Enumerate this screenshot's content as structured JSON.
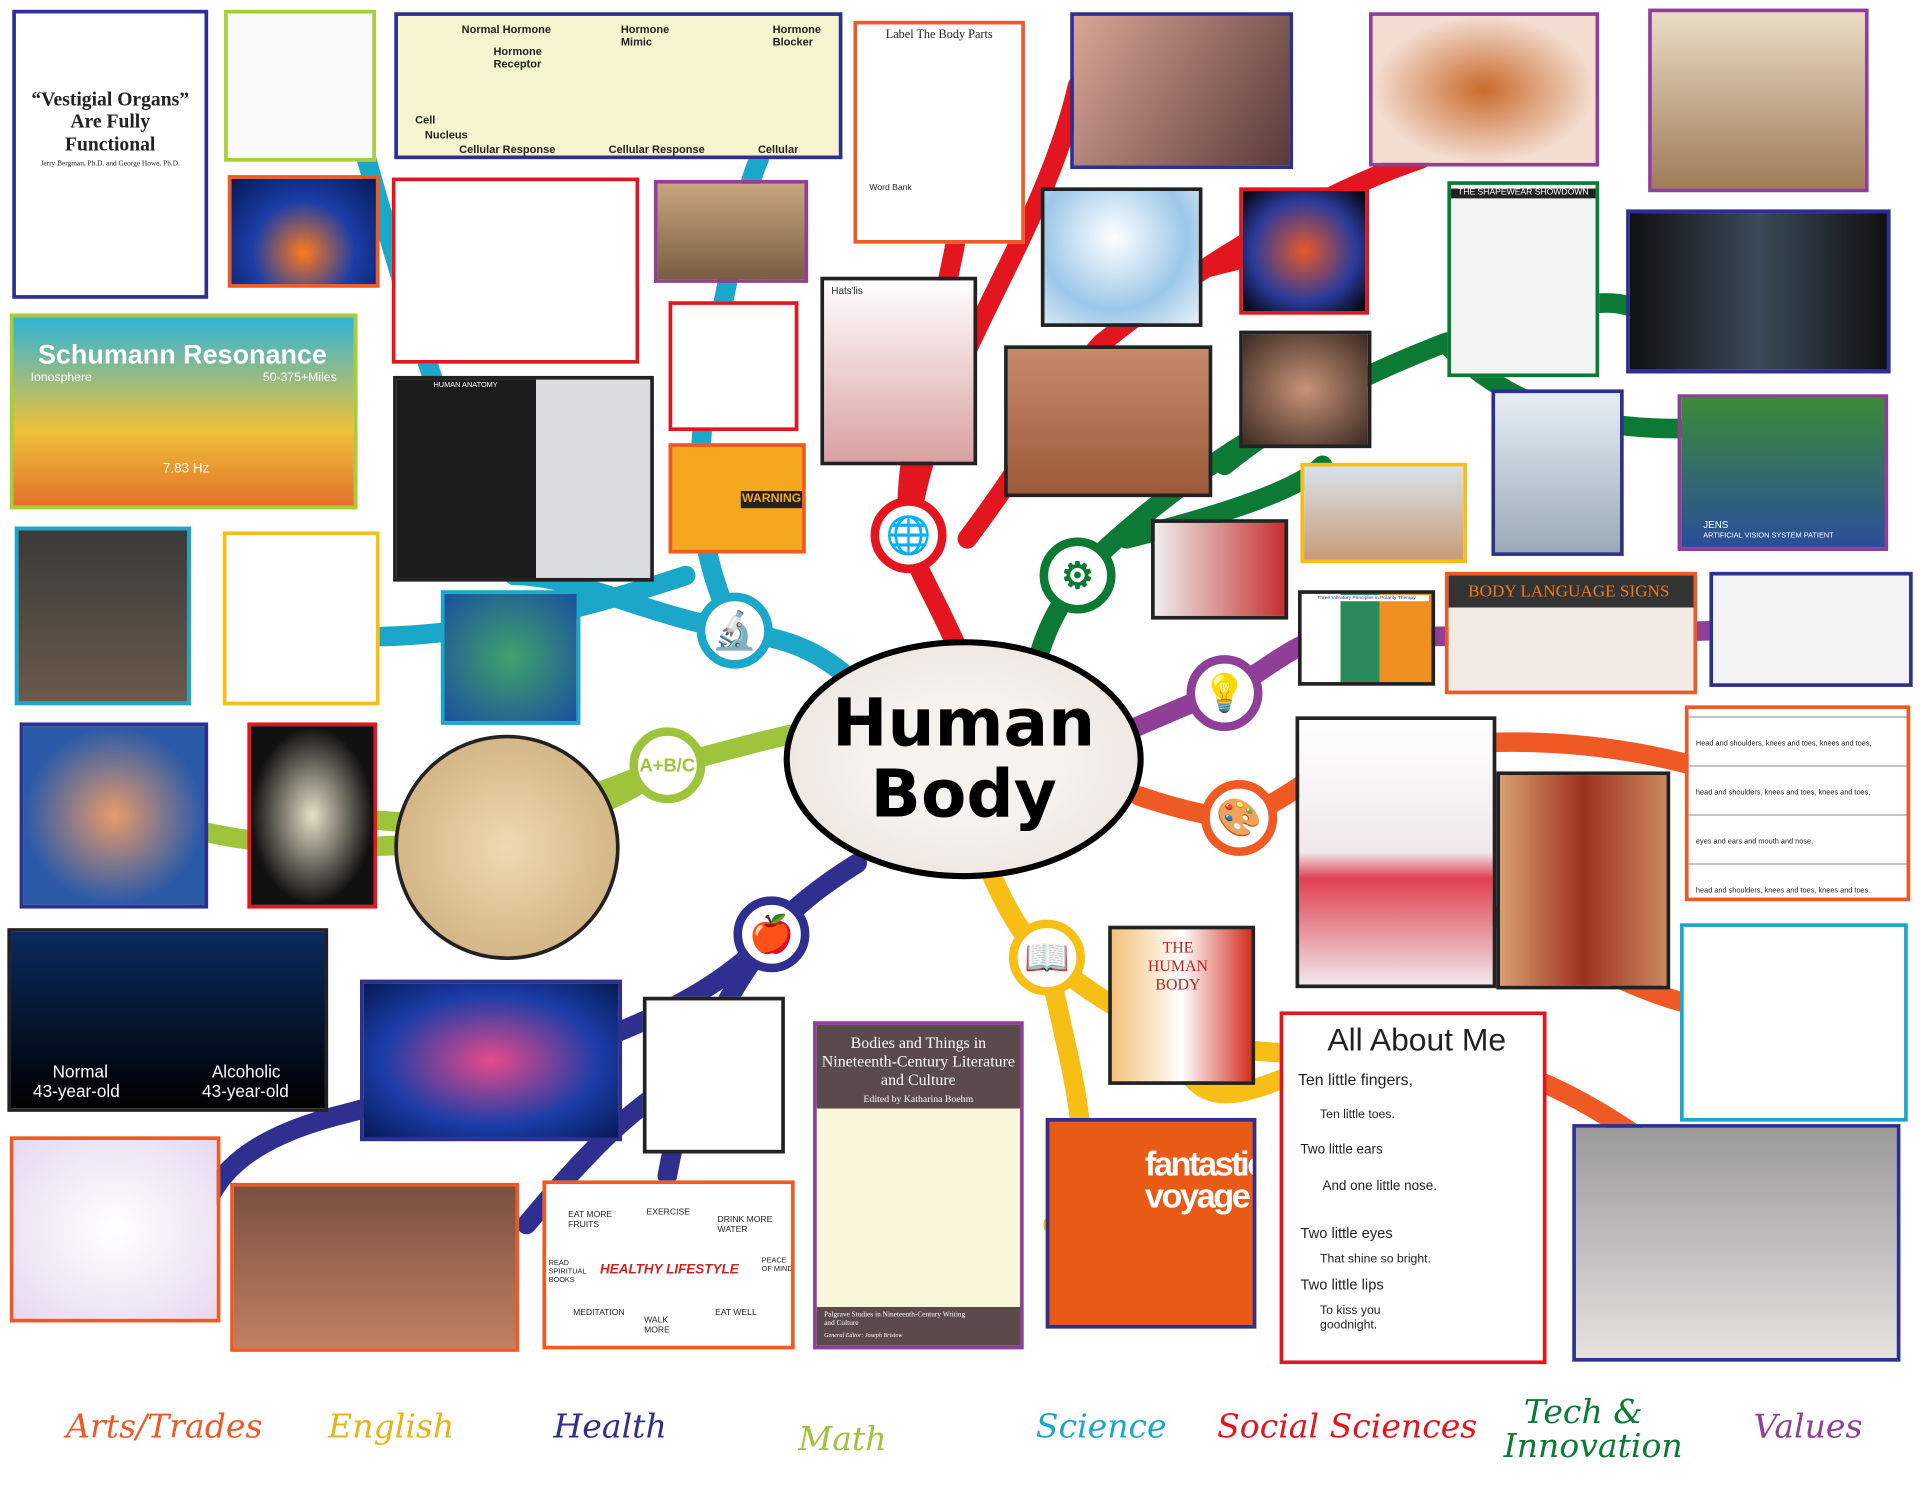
{
  "center": {
    "line1": "Human",
    "line2": "Body"
  },
  "subjects": [
    {
      "label": "Arts/Trades",
      "color": "#ef5a24",
      "icon": "palette-icon"
    },
    {
      "label": "English",
      "color": "#e6b417",
      "icon": "book-icon"
    },
    {
      "label": "Health",
      "color": "#2e2f8f",
      "icon": "apple-icon"
    },
    {
      "label": "Math",
      "color": "#9dc43b",
      "icon": "math-icon",
      "glyph": "A+B/C"
    },
    {
      "label": "Science",
      "color": "#1ba7c9",
      "icon": "microscope-icon"
    },
    {
      "label": "Social Sciences",
      "color": "#e3151f",
      "icon": "globe-icon"
    },
    {
      "label": "Tech & Innovation",
      "color": "#0c7a35",
      "icon": "gears-icon"
    },
    {
      "label": "Values",
      "color": "#8f3f97",
      "icon": "lightbulb-icon"
    }
  ],
  "tiles": {
    "vestigial": {
      "title": "“Vestigial Organs” Are Fully Functional",
      "authors": "Jerry Bergman, Ph.D. and George Howe, Ph.D."
    },
    "hormone": {
      "p1": "Normal Hormone",
      "p1b": "Hormone Receptor",
      "cell": "Cell",
      "nucleus": "Nucleus",
      "p2": "Hormone Mimic",
      "p3": "Hormone Blocker",
      "response": "Cellular Response"
    },
    "label_body": {
      "title": "Label The Body Parts",
      "bank": "Word Bank"
    },
    "hatslis": {
      "title": "Hats'lis"
    },
    "schumann": {
      "title": "Schumann Resonance",
      "left": "Ionosphere",
      "right": "50-375+Miles",
      "freq": "7.83 Hz"
    },
    "warning": {
      "label": "WARNING"
    },
    "anatomy": {
      "label": "HUMAN ANATOMY"
    },
    "shapewear": {
      "title": "THE SHAPEWEAR SHOWDOWN"
    },
    "jens": {
      "name": "JENS",
      "caption": "ARTIFICIAL VISION SYSTEM PATIENT"
    },
    "body_language": {
      "title": "BODY LANGUAGE SIGNS"
    },
    "polarity": {
      "title": "Three Vibratory Principles in Polarity Therapy"
    },
    "brain_scan": {
      "left": "Normal",
      "left2": "43-year-old",
      "right": "Alcoholic",
      "right2": "43-year-old"
    },
    "lifestyle": {
      "center": "HEALTHY LIFESTYLE",
      "items": [
        "EAT MORE FRUITS",
        "EXERCISE",
        "DRINK MORE WATER",
        "READ SPIRITUAL BOOKS",
        "PEACE OF MIND",
        "MEDITATION",
        "WALK MORE",
        "EAT WELL"
      ]
    },
    "bodies_book": {
      "title": "Bodies and Things in Nineteenth-Century Literature and Culture",
      "editor": "Edited by Katharina Boehm",
      "series": "Palgrave Studies in Nineteenth-Century Writing and Culture",
      "general": "General Editor: Joseph Bristow"
    },
    "human_body_book": {
      "title": "THE HUMAN BODY"
    },
    "voyage": {
      "title": "fantastic voyage"
    },
    "all_about_me": {
      "title": "All About Me",
      "lines": [
        "Ten little fingers,",
        "Ten little toes.",
        "Two little ears",
        "And one little nose.",
        "Two little eyes",
        "That shine so bright.",
        "Two little lips",
        "To kiss you goodnight."
      ]
    },
    "music": {
      "lines": [
        "Head and shoulders, knees and toes, knees and toes,",
        "head and shoulders, knees and toes, knees and toes,",
        "eyes and ears and mouth and nose,",
        "head and shoulders, knees and toes, knees and toes."
      ]
    }
  }
}
